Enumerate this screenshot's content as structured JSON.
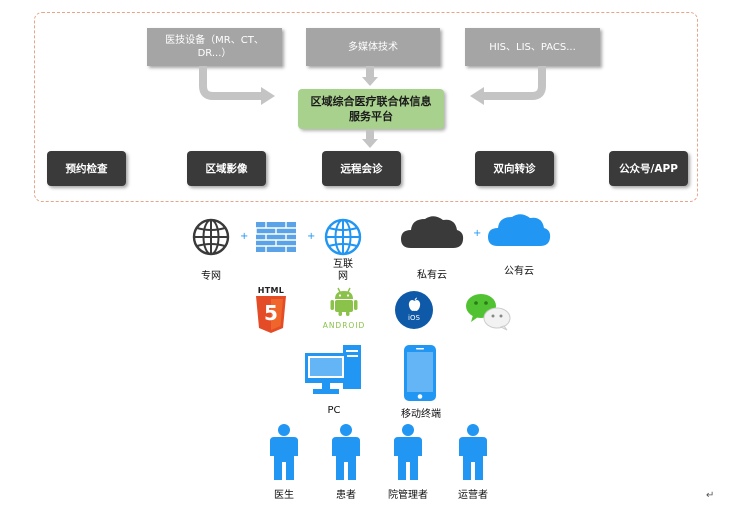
{
  "sources": {
    "medical_devices": "医技设备（MR、CT、DR...）",
    "multimedia": "多媒体技术",
    "systems": "HIS、LIS、PACS..."
  },
  "platform": "区域综合医疗联合体信息服务平台",
  "services": [
    "预约检查",
    "区域影像",
    "远程会诊",
    "双向转诊",
    "公众号/APP"
  ],
  "networks": {
    "private_net": "专网",
    "internet": "互联网",
    "private_cloud": "私有云",
    "public_cloud": "公有云",
    "plus": "+"
  },
  "tech": {
    "html5_label": "HTML",
    "html5_num": "5",
    "android_label": "ANDROID",
    "ios_label": "iOS"
  },
  "devices": {
    "pc": "PC",
    "mobile": "移动终端"
  },
  "users": [
    "医生",
    "患者",
    "院管理者",
    "运营者"
  ],
  "corner_mark": "↵",
  "colors": {
    "blue": "#2196f3",
    "gray_box": "#a5a5a5",
    "green_box": "#a9d18e",
    "dark_box": "#3a3a3a",
    "dash_border": "#e8a488"
  },
  "icons": {
    "globe": "globe-icon",
    "firewall": "brick-wall-icon",
    "cloud": "cloud-icon",
    "html5": "html5-icon",
    "android": "android-icon",
    "ios": "ios-icon",
    "wechat": "wechat-icon",
    "pc": "desktop-computer-icon",
    "mobile": "smartphone-icon",
    "user": "person-icon"
  }
}
